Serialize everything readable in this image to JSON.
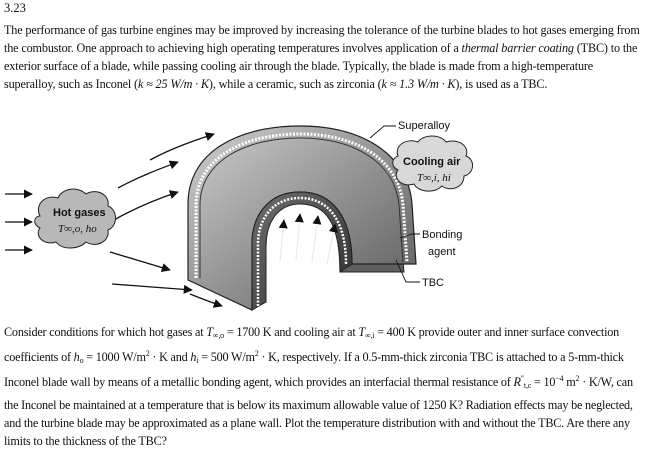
{
  "problem": {
    "number": "3.23",
    "intro": {
      "text_before_italic": "The performance of gas turbine engines may be improved by increasing the tolerance of the turbine blades to hot gases emerging from the combustor. One approach to achieving high operating temperatures involves application of a ",
      "italic_term": "thermal barrier coating",
      "text_after_italic": " (TBC) to the exterior surface of a blade, while passing cooling air through the blade. Typically, the blade is made from a high-temperature superalloy, such as Inconel (",
      "inconel_k": "k ≈ 25 W/m · K",
      "text_mid": "), while a ceramic, such as zirconia (",
      "zirconia_k": "k ≈ 1.3 W/m · K",
      "text_end": "), is used as a TBC."
    }
  },
  "figure": {
    "label_superalloy": "Superalloy",
    "label_cooling_air": "Cooling air",
    "label_cooling_symbols": "T∞,i, hi",
    "label_hot_gases": "Hot gases",
    "label_hot_symbols": "T∞,o, ho",
    "label_bonding": "Bonding",
    "label_agent": "agent",
    "label_tbc": "TBC"
  },
  "question": {
    "p1": "Consider conditions for which hot gases at ",
    "t_out_sym": "T",
    "t_out_sub": "∞,o",
    "t_out_val": " = 1700 K and cooling air at ",
    "t_in_sym": "T",
    "t_in_sub": "∞,i",
    "t_in_val": " = 400 K provide outer and inner surface convection coefficients of ",
    "h_out_sym": "h",
    "h_out_sub": "o",
    "h_out_val": " = 1000 W/m",
    "sq1": "2",
    "mid1": " · K and ",
    "h_in_sym": "h",
    "h_in_sub": "i",
    "h_in_val": " = 500 W/m",
    "sq2": "2",
    "p2": " · K, respectively. If a 0.5-mm-thick zirconia TBC is attached to a 5-mm-thick Inconel blade wall by means of a metallic bonding agent, which provides an interfacial thermal resistance of ",
    "r_sym": "R",
    "r_sup": "″",
    "r_sub": "t,c",
    "r_val": " = 10",
    "r_exp": "−4",
    "r_units": " m",
    "sq3": "2",
    "p3": " · K/W, can the Inconel be maintained at a temperature that is below its maximum allowable value of 1250 K? Radiation effects may be neglected, and the turbine blade may be approximated as a plane wall. Plot the temperature distribution with and without the TBC. Are there any limits to the thickness of the TBC?"
  }
}
